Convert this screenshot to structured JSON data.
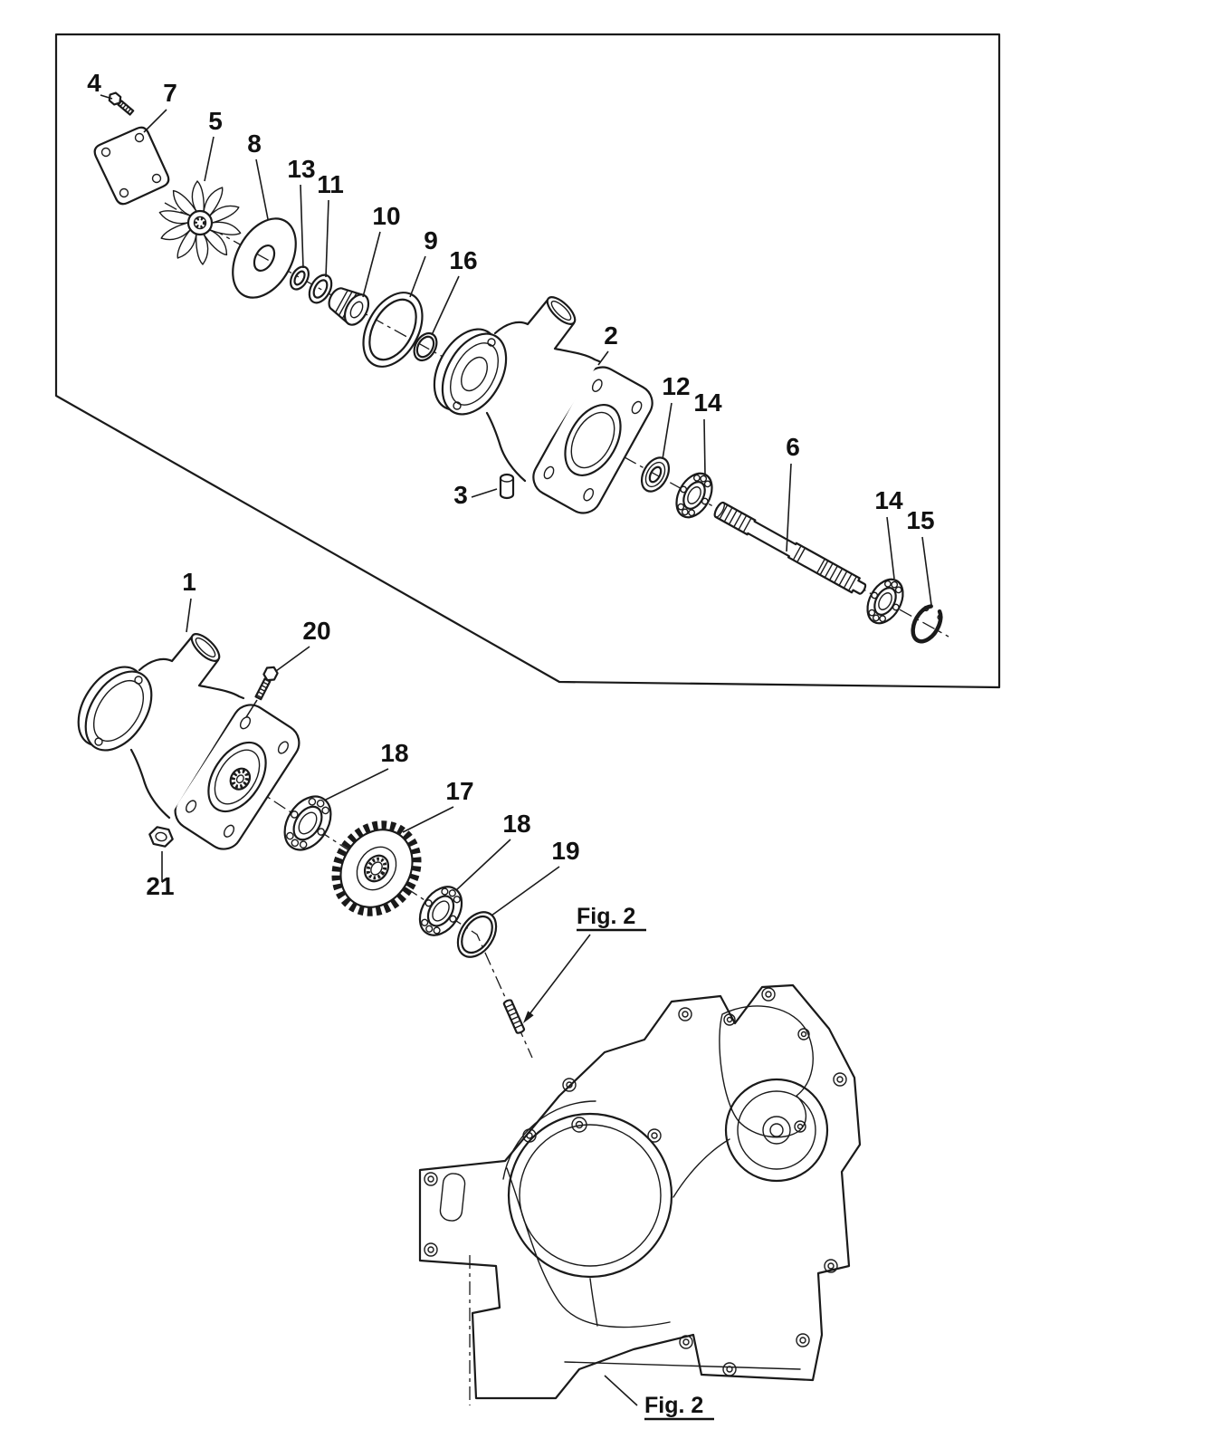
{
  "diagram": {
    "type": "exploded-parts-diagram",
    "colors": {
      "line": "#1a1a1a",
      "background": "#ffffff"
    },
    "callouts": {
      "c1": {
        "text": "1"
      },
      "c2": {
        "text": "2"
      },
      "c3": {
        "text": "3"
      },
      "c4": {
        "text": "4"
      },
      "c5": {
        "text": "5"
      },
      "c6": {
        "text": "6"
      },
      "c7": {
        "text": "7"
      },
      "c8": {
        "text": "8"
      },
      "c9": {
        "text": "9"
      },
      "c10": {
        "text": "10"
      },
      "c11": {
        "text": "11"
      },
      "c12": {
        "text": "12"
      },
      "c13": {
        "text": "13"
      },
      "c14a": {
        "text": "14"
      },
      "c14b": {
        "text": "14"
      },
      "c15": {
        "text": "15"
      },
      "c16": {
        "text": "16"
      },
      "c17": {
        "text": "17"
      },
      "c18a": {
        "text": "18"
      },
      "c18b": {
        "text": "18"
      },
      "c19": {
        "text": "19"
      },
      "c20": {
        "text": "20"
      },
      "c21": {
        "text": "21"
      }
    },
    "figure_refs": {
      "stud": {
        "text": "Fig. 2"
      },
      "case": {
        "text": "Fig. 2"
      }
    }
  }
}
